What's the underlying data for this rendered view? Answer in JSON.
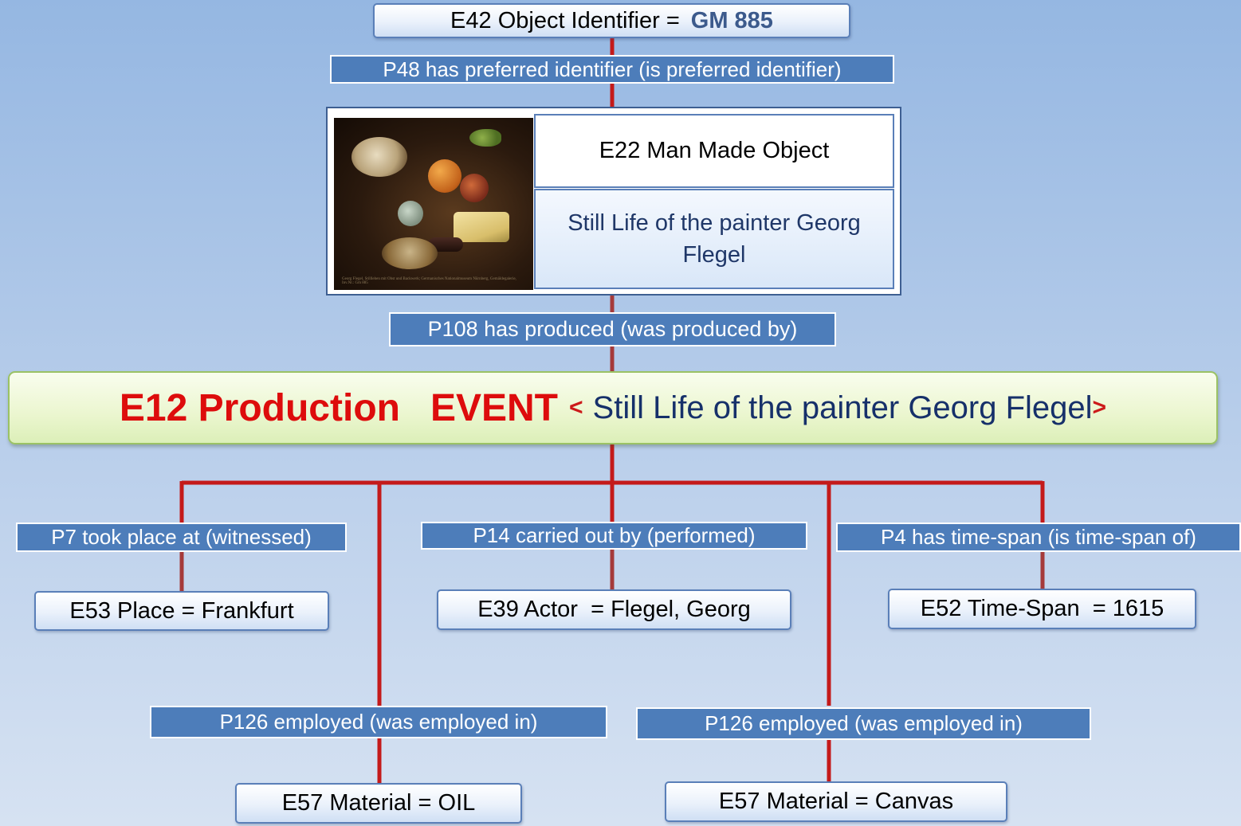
{
  "identifier": {
    "class_label": "E42 Object Identifier =",
    "value": "GM 885"
  },
  "object": {
    "class_label": "E22 Man Made Object",
    "name": "Still Life of the painter Georg Flegel",
    "painting_caption": "Georg Flegel, Stillleben mit Obst und Backwerk; Germanisches Nationalmuseum Nürnberg, Gemäldegalerie, Inv.Nr.: Gm 885"
  },
  "event": {
    "class_label": "E12 Production",
    "type_label": "EVENT",
    "open_bracket": "<",
    "name": "Still Life of the painter Georg Flegel",
    "close_bracket": ">"
  },
  "properties": {
    "p48": "P48 has preferred identifier (is preferred identifier)",
    "p108": "P108 has produced (was produced by)",
    "p7": "P7 took place at (witnessed)",
    "p14": "P14 carried out by (performed)",
    "p4": "P4 has time-span (is time-span of)",
    "p126_oil": "P126 employed (was employed in)",
    "p126_canvas": "P126 employed (was employed in)"
  },
  "nodes": {
    "place": "E53 Place = Frankfurt",
    "actor": "E39 Actor  = Flegel, Georg",
    "timespan": "E52 Time-Span  = 1615",
    "material_oil": "E57 Material = OIL",
    "material_canvas": "E57 Material = Canvas"
  },
  "colors": {
    "connector_red": "#c41a1a",
    "connector_brown": "#a52a2a",
    "property_blue": "#4d7dba",
    "event_red": "#dd0c0c",
    "event_green_border": "#9bc265",
    "node_border": "#5a7fb8"
  }
}
